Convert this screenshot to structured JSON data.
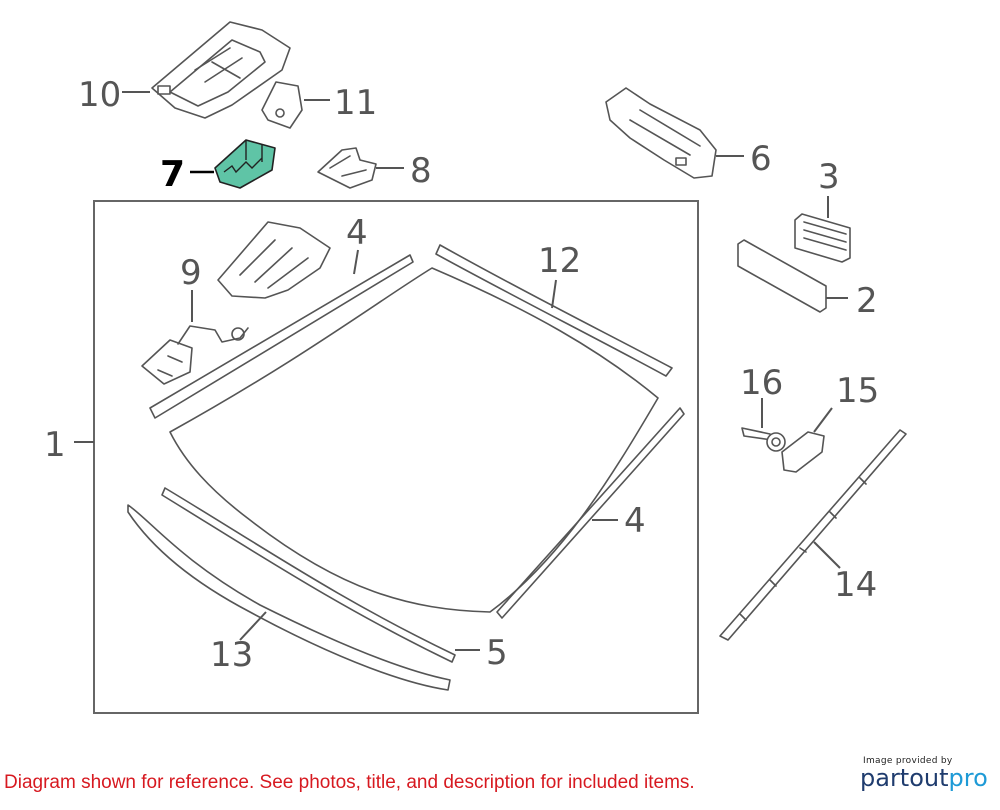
{
  "diagram": {
    "callouts": [
      {
        "id": "1",
        "label": "1"
      },
      {
        "id": "2",
        "label": "2"
      },
      {
        "id": "3",
        "label": "3"
      },
      {
        "id": "4a",
        "label": "4"
      },
      {
        "id": "4b",
        "label": "4"
      },
      {
        "id": "5",
        "label": "5"
      },
      {
        "id": "6",
        "label": "6"
      },
      {
        "id": "7",
        "label": "7",
        "highlighted": true
      },
      {
        "id": "8",
        "label": "8"
      },
      {
        "id": "9",
        "label": "9"
      },
      {
        "id": "10",
        "label": "10"
      },
      {
        "id": "11",
        "label": "11"
      },
      {
        "id": "12",
        "label": "12"
      },
      {
        "id": "13",
        "label": "13"
      },
      {
        "id": "14",
        "label": "14"
      },
      {
        "id": "15",
        "label": "15"
      },
      {
        "id": "16",
        "label": "16"
      }
    ],
    "highlight_color": "#5fc4a6"
  },
  "footer": {
    "disclaimer": "Diagram shown for reference. See photos, title, and description for included items.",
    "disclaimer_color": "#d71920",
    "brand_provided": "Image provided by",
    "brand_name_part1": "partout",
    "brand_name_part2": "pro"
  }
}
